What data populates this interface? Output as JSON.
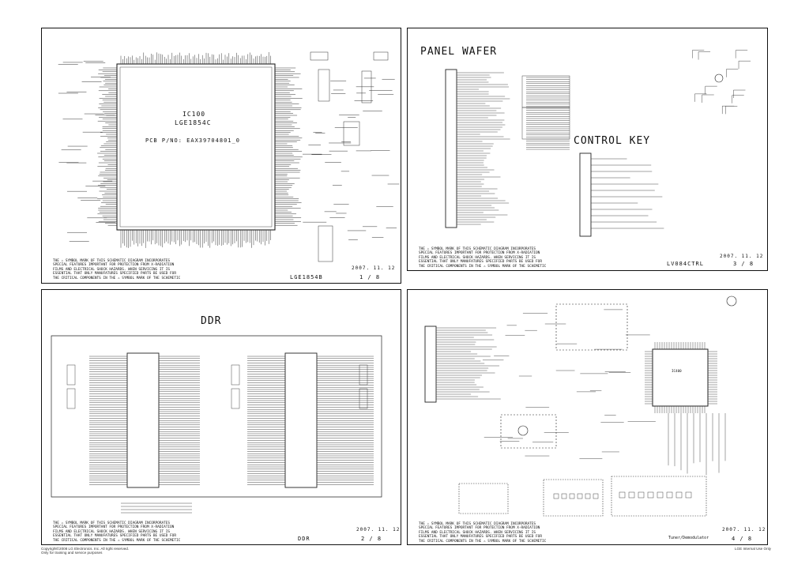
{
  "sheets": [
    {
      "id": "sheet1",
      "chip_ref": "IC100",
      "chip_part": "LGE1854C",
      "pcb_pn": "PCB P/NO: EAX39704801_0",
      "warning": "THE ⚠ SYMBOL MARK OF THIS SCHEMATIC DIAGRAM INCORPORATES\nSPECIAL FEATURES IMPORTANT FOR PROTECTION FROM X-RADIATION\nFILMS AND ELECTRICAL SHOCK HAZARDS. WHEN SERVICING IT IS\nESSENTIAL THAT ONLY MANUFATURES SPECIFIED PARTS BE USED FOR\nTHE CRITICAL COMPONENTS IN THE ⚠ SYMBOL MARK OF THE SCHEMETIC",
      "block_name": "LGE1854B",
      "date": "2007. 11. 12",
      "page": "1 / 8"
    },
    {
      "id": "sheet3",
      "title_panel": "PANEL WAFER",
      "title_control": "CONTROL KEY",
      "warning": "THE ⚠ SYMBOL MARK OF THIS SCHEMATIC DIAGRAM INCORPORATES\nSPECIAL FEATURES IMPORTANT FOR PROTECTION FROM X-RADIATION\nFILMS AND ELECTRICAL SHOCK HAZARDS. WHEN SERVICING IT IS\nESSENTIAL THAT ONLY MANUFATURES SPECIFIED PARTS BE USED FOR\nTHE CRITICAL COMPONENTS IN THE ⚠ SYMBOL MARK OF THE SCHEMETIC",
      "block_name": "LV084CTRL",
      "date": "2007. 11. 12",
      "page": "3 / 8"
    },
    {
      "id": "sheet2",
      "title": "DDR",
      "warning": "THE ⚠ SYMBOL MARK OF THIS SCHEMATIC DIAGRAM INCORPORATES\nSPECIAL FEATURES IMPORTANT FOR PROTECTION FROM X-RADIATION\nFILMS AND ELECTRICAL SHOCK HAZARDS. WHEN SERVICING IT IS\nESSENTIAL THAT ONLY MANUFATURES SPECIFIED PARTS BE USED FOR\nTHE CRITICAL COMPONENTS IN THE ⚠ SYMBOL MARK OF THE SCHEMETIC",
      "block_name": "DDR",
      "date": "2007. 11. 12",
      "page": "2 / 8"
    },
    {
      "id": "sheet4",
      "chip_ref": "IC400",
      "warning": "THE ⚠ SYMBOL MARK OF THIS SCHEMATIC DIAGRAM INCORPORATES\nSPECIAL FEATURES IMPORTANT FOR PROTECTION FROM X-RADIATION\nFILMS AND ELECTRICAL SHOCK HAZARDS. WHEN SERVICING IT IS\nESSENTIAL THAT ONLY MANUFATURES SPECIFIED PARTS BE USED FOR\nTHE CRITICAL COMPONENTS IN THE ⚠ SYMBOL MARK OF THE SCHEMETIC",
      "block_name": "Tuner/Demodulator",
      "date": "2007. 11. 12",
      "page": "4 / 8"
    }
  ],
  "footer": {
    "copyright": "Copyright©2008 LG Electronics. Inc. All right reserved.\nOnly for training and service purposes",
    "internal": "LGE Internal Use Only"
  }
}
